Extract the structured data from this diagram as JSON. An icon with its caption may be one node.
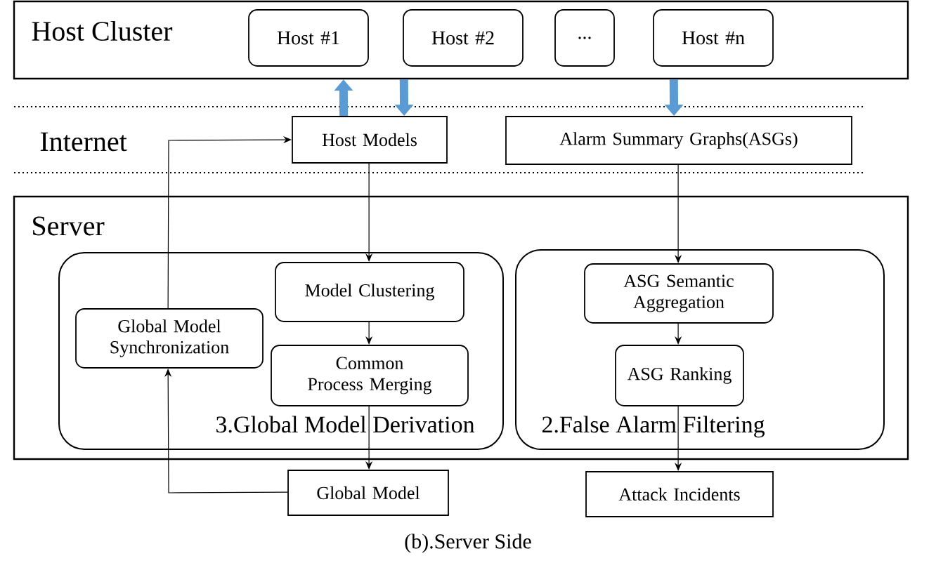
{
  "diagram": {
    "caption": "(b).Server Side",
    "nodes": [
      {
        "text": [
          "Host Cluster"
        ]
      },
      {
        "text": [
          "Host #1"
        ],
        "in": 0
      },
      {
        "text": [
          "Host #2"
        ],
        "in": 0
      },
      {
        "text": [
          "..."
        ],
        "in": 0
      },
      {
        "text": [
          "Host #n"
        ],
        "in": 0
      },
      {
        "text": [
          "Host Models"
        ]
      },
      {
        "text": [
          "Alarm Summary Graphs(ASGs)"
        ]
      },
      {
        "text": [
          "Server"
        ]
      },
      {
        "text": [
          "3.Global Model Derivation"
        ],
        "in": 7
      },
      {
        "text": [
          "Global Model Synchronization"
        ],
        "in": 8
      },
      {
        "text": [
          "Model Clustering"
        ],
        "in": 8
      },
      {
        "text": [
          "Common Process Merging"
        ],
        "in": 8
      },
      {
        "text": [
          "2.False Alarm Filtering"
        ],
        "in": 7
      },
      {
        "text": [
          "ASG Semantic Aggregation"
        ],
        "in": 12
      },
      {
        "text": [
          "ASG Ranking"
        ],
        "in": 12
      },
      {
        "text": [
          "Global Model"
        ]
      },
      {
        "text": [
          "Attack Incidents"
        ]
      }
    ],
    "edges": [
      {
        "from": 5,
        "to": 0,
        "arrow": "to",
        "style": "thick",
        "color": "#5b9bd5"
      },
      {
        "from": 0,
        "to": 5,
        "arrow": "to",
        "style": "thick",
        "color": "#5b9bd5"
      },
      {
        "from": 0,
        "to": 6,
        "arrow": "to",
        "style": "thick",
        "color": "#5b9bd5"
      },
      {
        "from": 5,
        "to": 10,
        "arrow": "to"
      },
      {
        "from": 10,
        "to": 11,
        "arrow": "to"
      },
      {
        "from": 11,
        "to": 15,
        "arrow": "to"
      },
      {
        "from": 15,
        "to": 9,
        "arrow": "to"
      },
      {
        "from": 9,
        "to": 5,
        "arrow": "to"
      },
      {
        "from": 6,
        "to": 13,
        "arrow": "to"
      },
      {
        "from": 13,
        "to": 14,
        "arrow": "to"
      },
      {
        "from": 14,
        "to": 16,
        "arrow": "to"
      }
    ],
    "labels": [
      "Internet"
    ]
  }
}
